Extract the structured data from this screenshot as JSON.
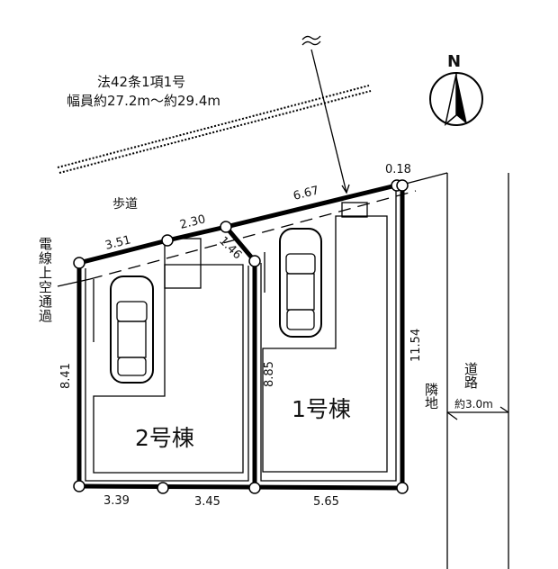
{
  "road_front": {
    "line1": "法42条1項1号",
    "line2": "幅員約27.2m～約29.4m"
  },
  "sidewalk_label": "歩道",
  "power_line_label": "電線上空通過",
  "north_label": "N",
  "neighbor_label": "隣地",
  "side_road": {
    "label": "道路",
    "width": "約3.0m"
  },
  "buildings": [
    {
      "name": "1号棟"
    },
    {
      "name": "2号棟"
    }
  ],
  "dimensions": {
    "top_left": "3.51",
    "top_mid": "2.30",
    "corner_cut": "1.46",
    "top_right": "6.67",
    "top_corner": "0.18",
    "left": "8.41",
    "divider": "8.85",
    "right": "11.54",
    "bottom_left_1": "3.39",
    "bottom_left_2": "3.45",
    "bottom_right": "5.65"
  }
}
